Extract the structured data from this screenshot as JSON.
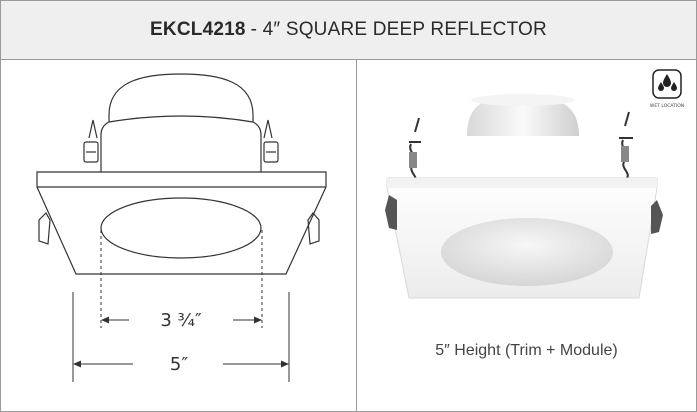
{
  "header": {
    "code": "EKCL4218",
    "rest": "- 4″ SQUARE DEEP REFLECTOR"
  },
  "left_panel": {
    "inner_dimension": "3 ¾″",
    "outer_dimension": "5″"
  },
  "right_panel": {
    "badge_icon": "water-drops-icon",
    "badge_label": "WET LOCATION",
    "caption": "5″ Height (Trim + Module)"
  }
}
